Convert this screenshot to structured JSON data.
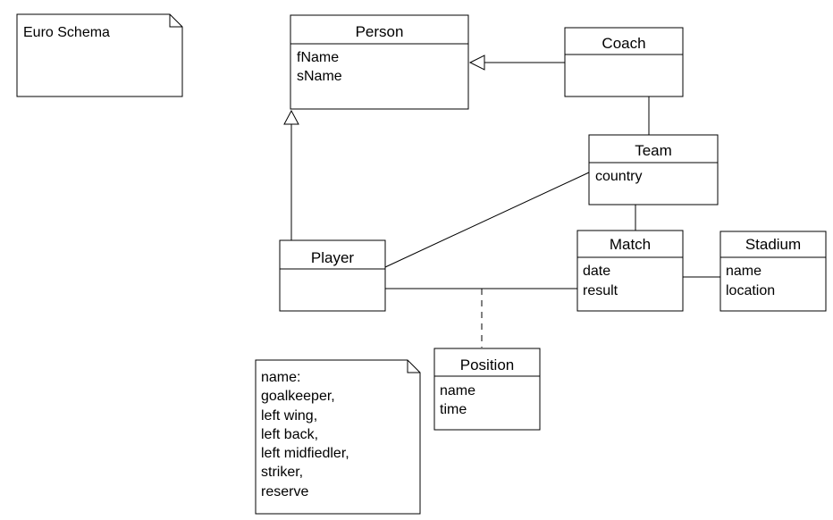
{
  "notes": {
    "schema": {
      "text": "Euro Schema"
    },
    "positions": {
      "lines": [
        "name:",
        "goalkeeper,",
        "left wing,",
        "left back,",
        "left midfiedler,",
        "striker,",
        "reserve"
      ]
    }
  },
  "classes": {
    "person": {
      "name": "Person",
      "attributes": [
        "fName",
        "sName"
      ]
    },
    "coach": {
      "name": "Coach",
      "attributes": []
    },
    "team": {
      "name": "Team",
      "attributes": [
        "country"
      ]
    },
    "player": {
      "name": "Player",
      "attributes": []
    },
    "match": {
      "name": "Match",
      "attributes": [
        "date",
        "result"
      ]
    },
    "stadium": {
      "name": "Stadium",
      "attributes": [
        "name",
        "location"
      ]
    },
    "position": {
      "name": "Position",
      "attributes": [
        "name",
        "time"
      ]
    }
  },
  "relationships": [
    {
      "from": "Coach",
      "to": "Person",
      "type": "generalization"
    },
    {
      "from": "Player",
      "to": "Person",
      "type": "generalization"
    },
    {
      "from": "Coach",
      "to": "Team",
      "type": "association"
    },
    {
      "from": "Team",
      "to": "Player",
      "type": "association"
    },
    {
      "from": "Team",
      "to": "Match",
      "type": "association"
    },
    {
      "from": "Player",
      "to": "Match",
      "type": "association",
      "association_class": "Position"
    },
    {
      "from": "Match",
      "to": "Stadium",
      "type": "association"
    }
  ]
}
